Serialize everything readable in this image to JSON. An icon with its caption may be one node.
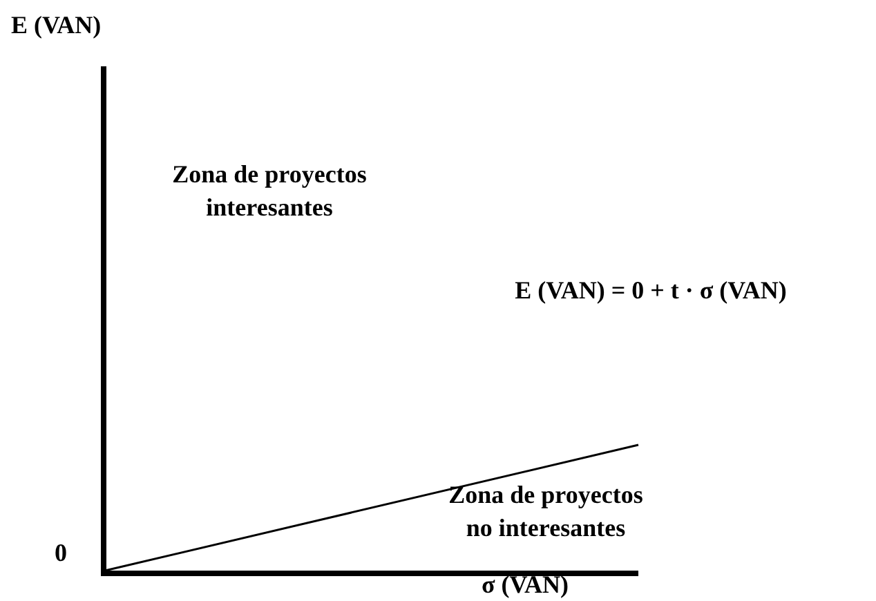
{
  "diagram": {
    "labels": [
      "E (VAN)",
      "Zona de proyectos interesantes",
      "E (VAN) = 0 + t · σ (VAN)",
      "Zona de proyectos no interesantes",
      "0",
      "σ (VAN)"
    ]
  }
}
